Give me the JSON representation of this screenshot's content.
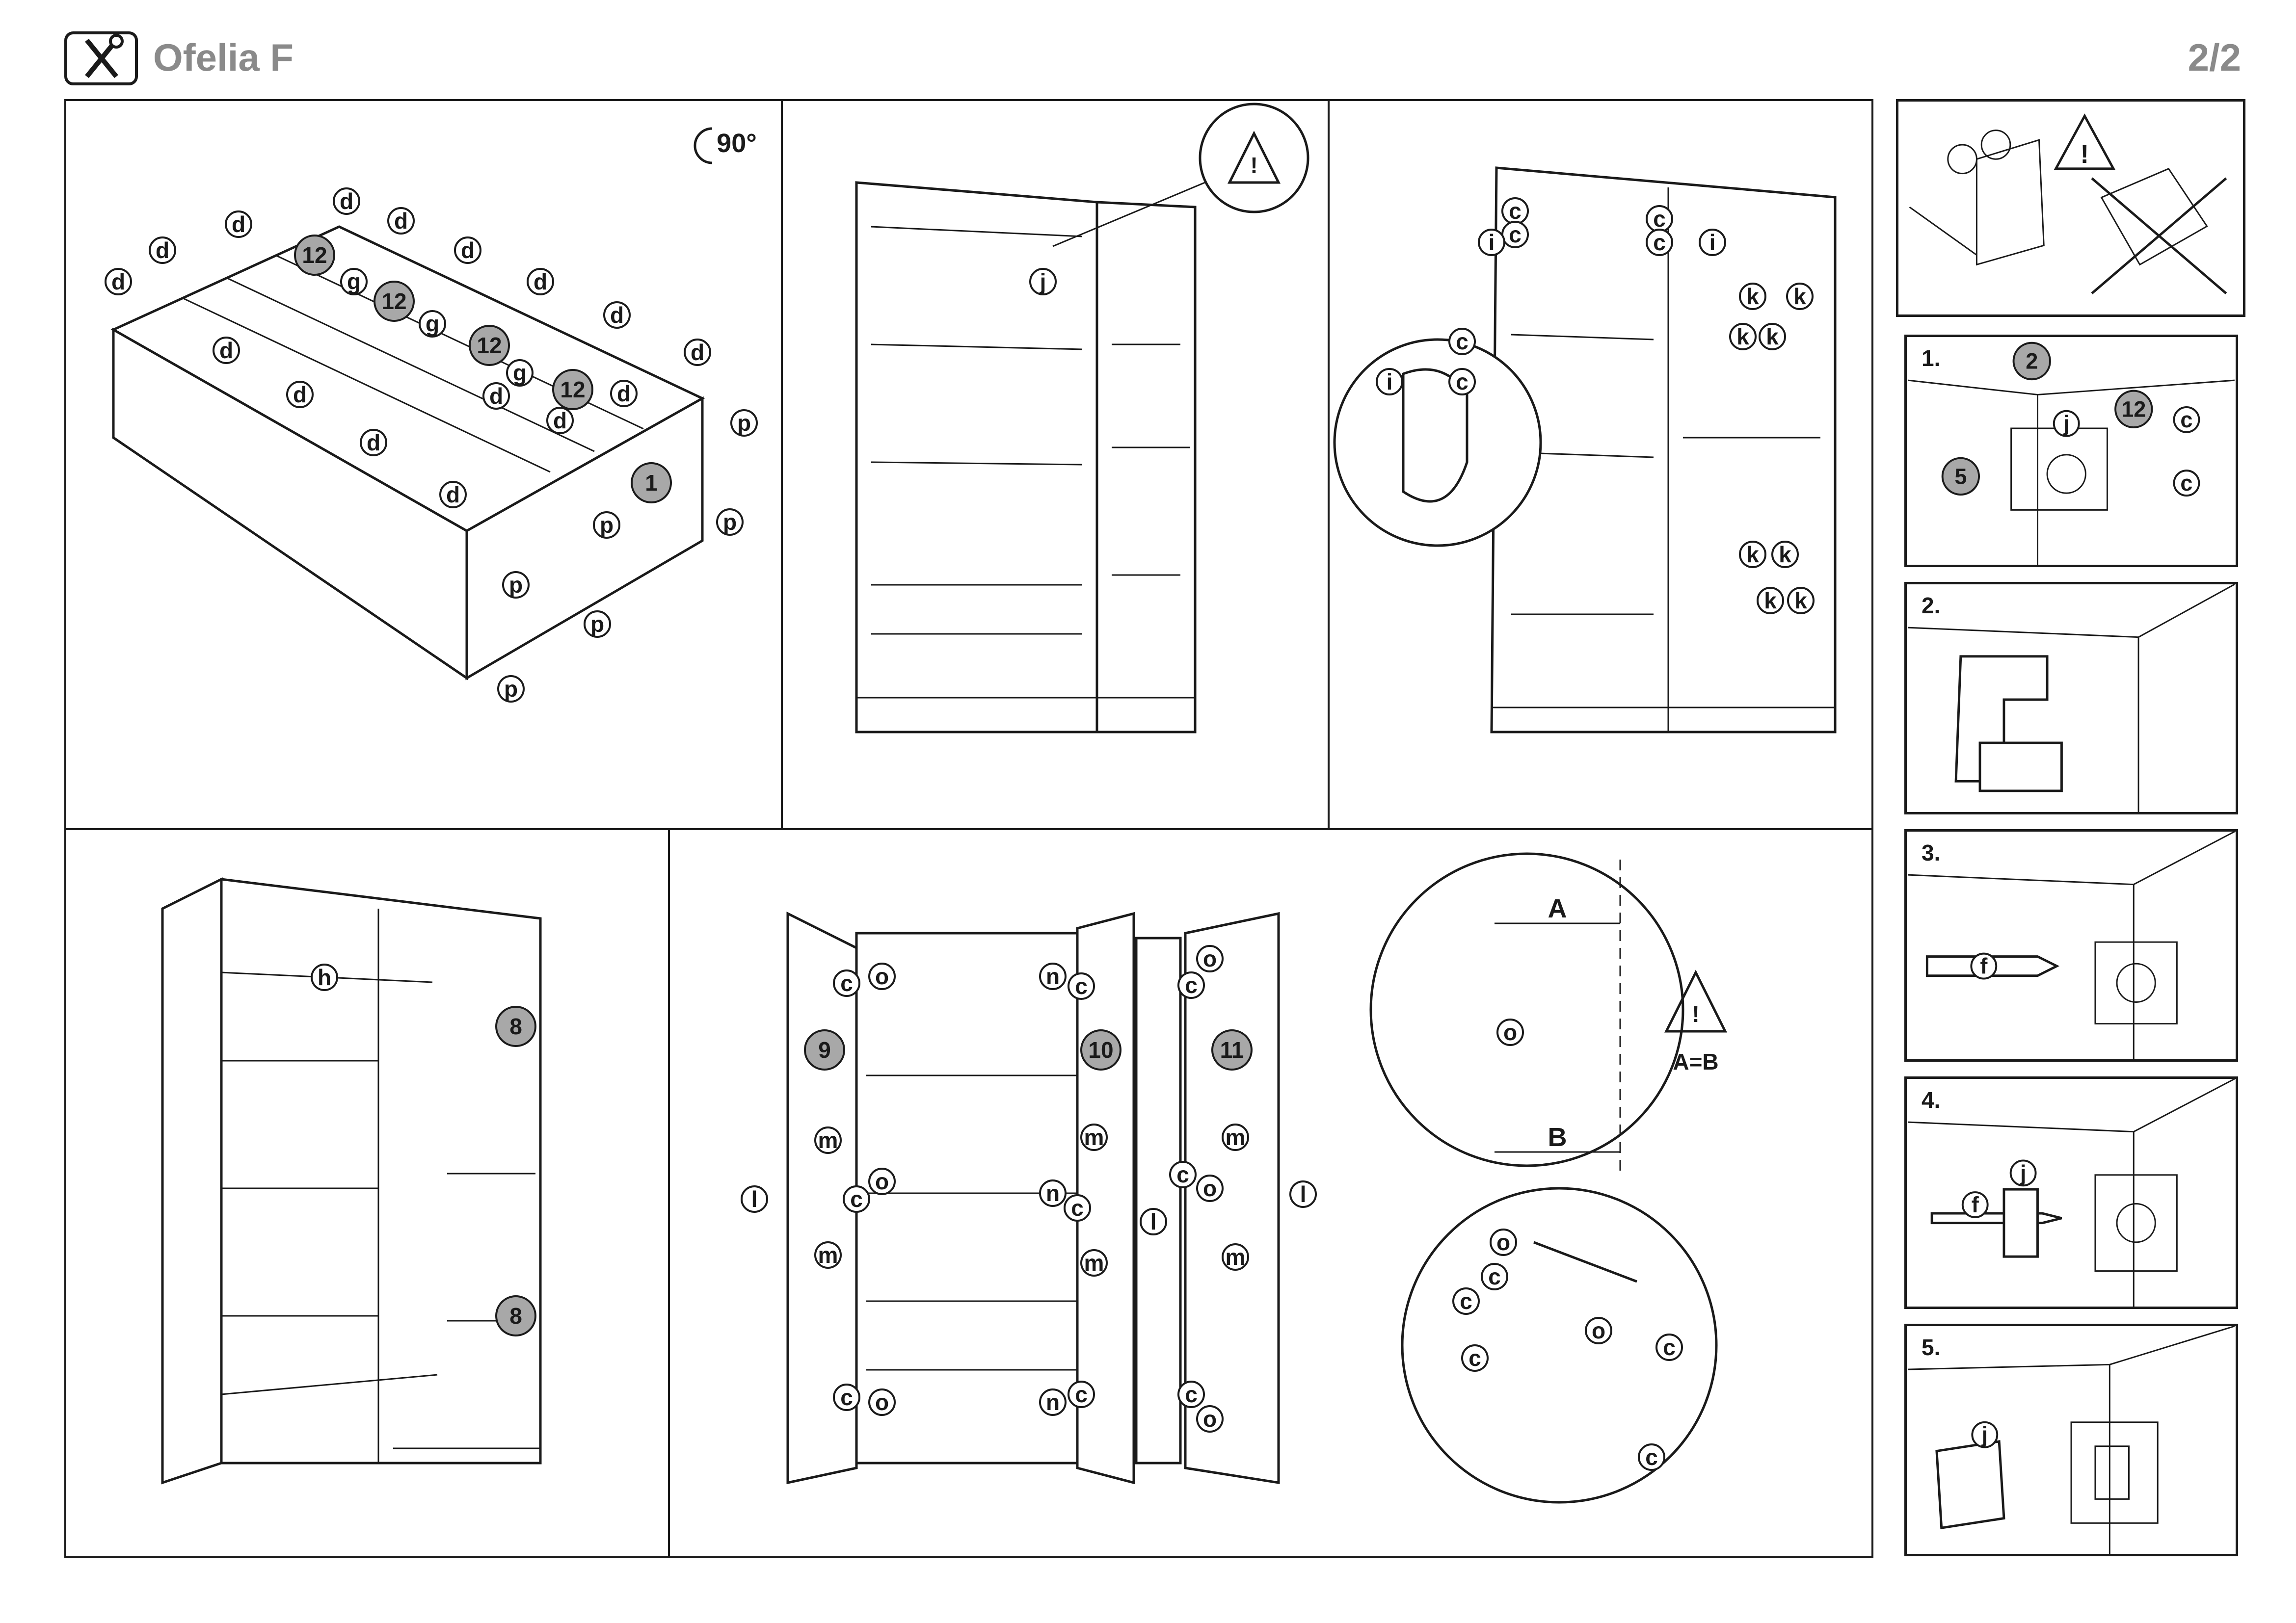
{
  "header": {
    "title": "Ofelia F",
    "page": "2/2",
    "icon": "tools-icon"
  },
  "panel1": {
    "rotate": "90°",
    "labels": [
      "d",
      "g",
      "12",
      "1",
      "p"
    ]
  },
  "panel2": {
    "labels": [
      "j"
    ],
    "warning": "warning-icon"
  },
  "panel3": {
    "labels": [
      "c",
      "i",
      "k"
    ]
  },
  "panel4": {
    "labels": [
      "h",
      "8"
    ]
  },
  "panel5": {
    "labels": [
      "o",
      "n",
      "c",
      "m",
      "l",
      "9",
      "10",
      "11"
    ],
    "measure_a": "A",
    "measure_b": "B",
    "rule": "A=B"
  },
  "side": {
    "steps": [
      {
        "num": "1.",
        "labels": [
          "2",
          "12",
          "5",
          "j",
          "c"
        ]
      },
      {
        "num": "2."
      },
      {
        "num": "3.",
        "labels": [
          "f"
        ]
      },
      {
        "num": "4.",
        "labels": [
          "f",
          "j"
        ]
      },
      {
        "num": "5.",
        "labels": [
          "j"
        ]
      }
    ]
  }
}
